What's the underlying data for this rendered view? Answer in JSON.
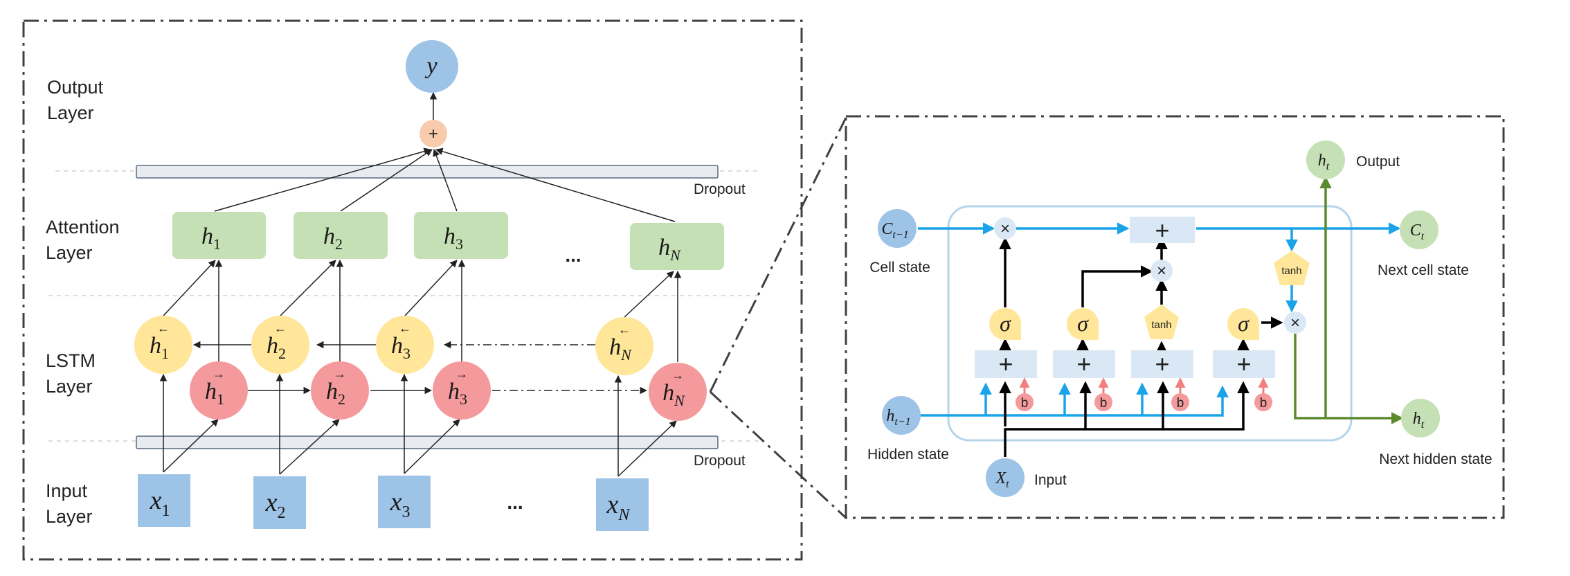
{
  "left_panel": {
    "layers": {
      "output": [
        "Output",
        "Layer"
      ],
      "attention": [
        "Attention",
        "Layer"
      ],
      "lstm": [
        "LSTM",
        "Layer"
      ],
      "input": [
        "Input",
        "Layer"
      ]
    },
    "dropout_label": "Dropout",
    "output_node": "y",
    "sum_symbol": "+",
    "ellipsis": "...",
    "attention_nodes": [
      {
        "sym": "h",
        "sub": "1"
      },
      {
        "sym": "h",
        "sub": "2"
      },
      {
        "sym": "h",
        "sub": "3"
      },
      {
        "sym": "h",
        "sub": "N"
      }
    ],
    "backward_nodes": [
      {
        "sym": "h",
        "sub": "1",
        "arrow": "←"
      },
      {
        "sym": "h",
        "sub": "2",
        "arrow": "←"
      },
      {
        "sym": "h",
        "sub": "3",
        "arrow": "←"
      },
      {
        "sym": "h",
        "sub": "N",
        "arrow": "←"
      }
    ],
    "forward_nodes": [
      {
        "sym": "h",
        "sub": "1",
        "arrow": "→"
      },
      {
        "sym": "h",
        "sub": "2",
        "arrow": "→"
      },
      {
        "sym": "h",
        "sub": "3",
        "arrow": "→"
      },
      {
        "sym": "h",
        "sub": "N",
        "arrow": "→"
      }
    ],
    "input_nodes": [
      {
        "sym": "x",
        "sub": "1"
      },
      {
        "sym": "x",
        "sub": "2"
      },
      {
        "sym": "x",
        "sub": "3"
      },
      {
        "sym": "x",
        "sub": "N"
      }
    ]
  },
  "lstm_cell": {
    "c_prev": {
      "sym": "C",
      "sub": "t−1"
    },
    "c_prev_label": "Cell state",
    "h_prev": {
      "sym": "h",
      "sub": "t−1"
    },
    "h_prev_label": "Hidden state",
    "x_in": {
      "sym": "X",
      "sub": "t"
    },
    "x_in_label": "Input",
    "c_next": {
      "sym": "C",
      "sub": "t"
    },
    "c_next_label": "Next cell state",
    "h_out": {
      "sym": "h",
      "sub": "t"
    },
    "h_out_label": "Output",
    "h_next": {
      "sym": "h",
      "sub": "t"
    },
    "h_next_label": "Next hidden state",
    "sigma": "σ",
    "tanh": "tanh",
    "times": "×",
    "plus": "+",
    "bias": "b"
  },
  "colors": {
    "blue_node": "#9dc3e6",
    "yellow_node": "#ffe699",
    "red_node": "#f4999c",
    "green_node": "#c5e0b4",
    "orange_node": "#f8cbad",
    "gate_box": "#dae8f6",
    "cyan_line": "#1aa3e8",
    "green_line": "#5b8a2e",
    "panel_border": "#404040",
    "cell_border": "#b4d4ea"
  }
}
